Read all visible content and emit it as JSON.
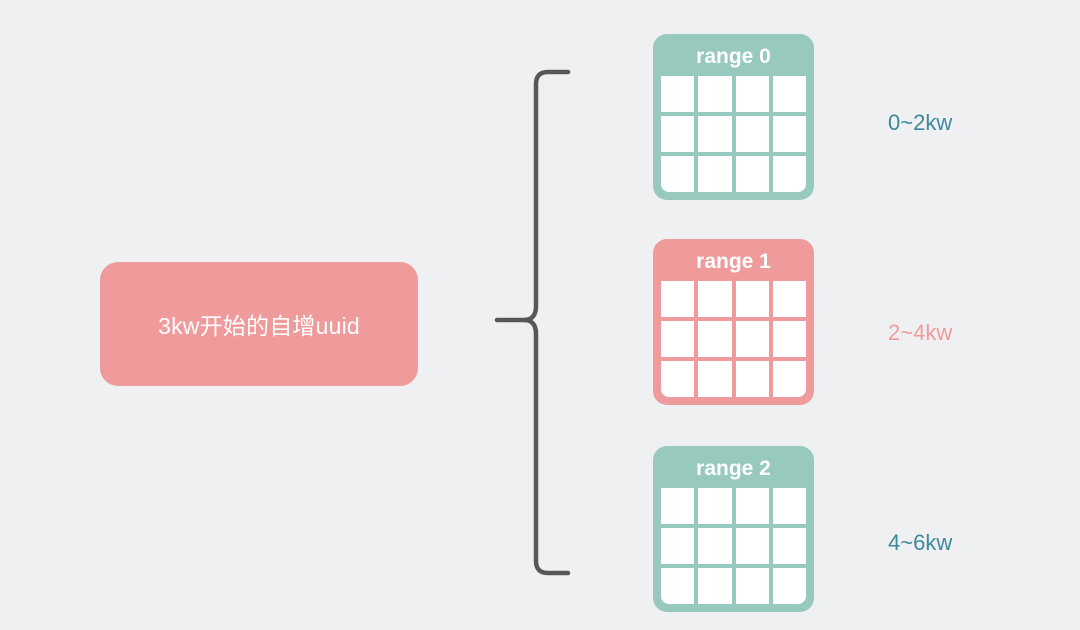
{
  "diagram": {
    "background_color": "#eff0f2",
    "source": {
      "label": "3kw开始的自增uuid",
      "color": "#f09b9b",
      "text_color": "#ffffff"
    },
    "brace": {
      "name": "left-curly-brace",
      "stroke_color": "#575757"
    },
    "ranges": [
      {
        "title": "range 0",
        "label": "0~2kw",
        "card_color": "#97c9bf",
        "label_color": "#3d8a9b",
        "cells": 12,
        "columns": 4,
        "rows": 3
      },
      {
        "title": "range 1",
        "label": "2~4kw",
        "card_color": "#f09b9b",
        "label_color": "#f09b9b",
        "cells": 12,
        "columns": 4,
        "rows": 3
      },
      {
        "title": "range 2",
        "label": "4~6kw",
        "card_color": "#97c9bf",
        "label_color": "#3d8a9b",
        "cells": 12,
        "columns": 4,
        "rows": 3
      }
    ]
  }
}
